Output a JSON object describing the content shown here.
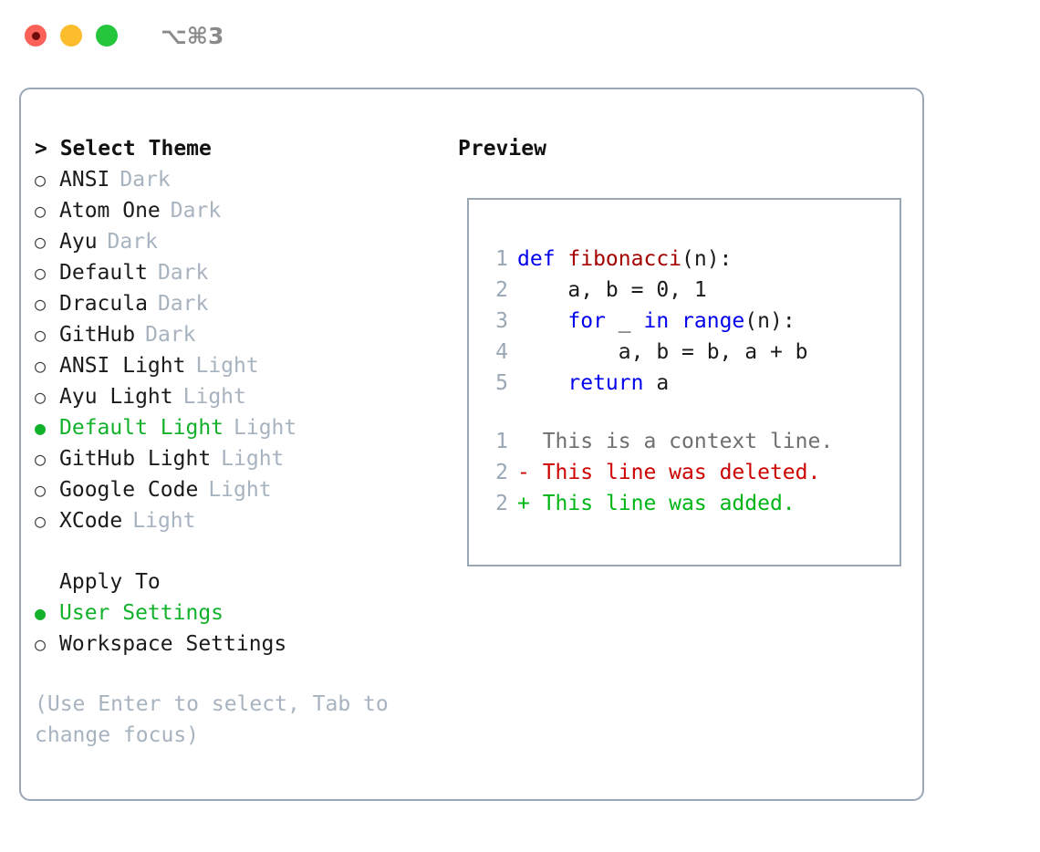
{
  "titlebar": {
    "shortcut": "⌥⌘3",
    "buttons": [
      {
        "name": "close",
        "label": "close-button"
      },
      {
        "name": "minimize",
        "label": "minimize-button"
      },
      {
        "name": "zoom",
        "label": "zoom-button"
      }
    ]
  },
  "theme_picker": {
    "heading": "> Select Theme",
    "items": [
      {
        "bullet": "○",
        "label": "ANSI",
        "tag": "Dark",
        "selected": false
      },
      {
        "bullet": "○",
        "label": "Atom One",
        "tag": "Dark",
        "selected": false
      },
      {
        "bullet": "○",
        "label": "Ayu",
        "tag": "Dark",
        "selected": false
      },
      {
        "bullet": "○",
        "label": "Default",
        "tag": "Dark",
        "selected": false
      },
      {
        "bullet": "○",
        "label": "Dracula",
        "tag": "Dark",
        "selected": false
      },
      {
        "bullet": "○",
        "label": "GitHub",
        "tag": "Dark",
        "selected": false
      },
      {
        "bullet": "○",
        "label": "ANSI Light",
        "tag": "Light",
        "selected": false
      },
      {
        "bullet": "○",
        "label": "Ayu Light",
        "tag": "Light",
        "selected": false
      },
      {
        "bullet": "●",
        "label": "Default Light",
        "tag": "Light",
        "selected": true
      },
      {
        "bullet": "○",
        "label": "GitHub Light",
        "tag": "Light",
        "selected": false
      },
      {
        "bullet": "○",
        "label": "Google Code",
        "tag": "Light",
        "selected": false
      },
      {
        "bullet": "○",
        "label": "XCode",
        "tag": "Light",
        "selected": false
      }
    ]
  },
  "apply_to": {
    "heading": "Apply To",
    "items": [
      {
        "bullet": "●",
        "label": "User Settings",
        "selected": true
      },
      {
        "bullet": "○",
        "label": "Workspace Settings",
        "selected": false
      }
    ]
  },
  "hint": "(Use Enter to select, Tab to change focus)",
  "preview": {
    "title": "Preview",
    "code_lines": [
      {
        "lineno": "1",
        "tokens": [
          {
            "text": "def ",
            "type": "kw"
          },
          {
            "text": "fibonacci",
            "type": "fn"
          },
          {
            "text": "(n):",
            "type": "pun"
          }
        ]
      },
      {
        "lineno": "2",
        "tokens": [
          {
            "text": "    a, b = 0, 1",
            "type": "plain"
          }
        ]
      },
      {
        "lineno": "3",
        "tokens": [
          {
            "text": "    ",
            "type": "plain"
          },
          {
            "text": "for",
            "type": "kw"
          },
          {
            "text": " _ ",
            "type": "plain"
          },
          {
            "text": "in",
            "type": "kw"
          },
          {
            "text": " ",
            "type": "plain"
          },
          {
            "text": "range",
            "type": "kw"
          },
          {
            "text": "(n):",
            "type": "pun"
          }
        ]
      },
      {
        "lineno": "4",
        "tokens": [
          {
            "text": "        a, b = b, a + b",
            "type": "plain"
          }
        ]
      },
      {
        "lineno": "5",
        "tokens": [
          {
            "text": "    ",
            "type": "plain"
          },
          {
            "text": "return",
            "type": "kw"
          },
          {
            "text": " a",
            "type": "plain"
          }
        ]
      }
    ],
    "diff_lines": [
      {
        "lineno": "1",
        "marker": " ",
        "text": " This is a context line.",
        "type": "context"
      },
      {
        "lineno": "2",
        "marker": "-",
        "text": " This line was deleted.",
        "type": "del"
      },
      {
        "lineno": "2",
        "marker": "+",
        "text": " This line was added.",
        "type": "add"
      }
    ]
  },
  "colors": {
    "accent_green": "#12b12c",
    "muted": "#a8b3c0",
    "border": "#9aa7b5",
    "keyword": "#0000ee",
    "function": "#a40000",
    "diff_delete": "#cc0000",
    "diff_add": "#00b516",
    "traffic_red": "#fa6159",
    "traffic_yellow": "#fcbd2d",
    "traffic_green": "#25c63c"
  }
}
